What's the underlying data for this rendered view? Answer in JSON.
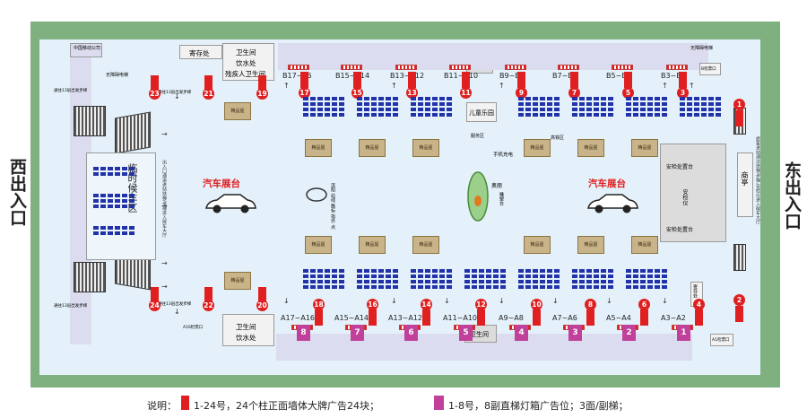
{
  "colors": {
    "outer_border": "#7fb07f",
    "hall": "#e4f1fa",
    "pillar_ad": "#e02020",
    "lightbox_ad": "#c0409a",
    "seating": "#2233aa",
    "exhibit_text": "#e02020"
  },
  "entrances": {
    "west": "西出入口",
    "east": "东出入口"
  },
  "facilities": {
    "china_mobile": "中国移动公司",
    "storage": "寄存处",
    "restroom_top": "卫生间",
    "water_top": "饮水处",
    "accessible_wc": "残疾人卫生间",
    "restroom_center_top": "卫生间",
    "kids_park": "儿童乐园",
    "service_center": "服务区",
    "phone_charge": "手机充电",
    "hightrain": "高铁区",
    "waiting_area": "临时候车区",
    "restroom_bottom": "卫生间",
    "water_bottom": "饮水处",
    "restroom_center_bottom": "卫生间",
    "security_top": "安检处置台",
    "security_bottom": "安检处置台",
    "security_left": "安检仪",
    "kiosk": "商亭",
    "storage_right": "寄存处",
    "a1_gate": "A1检票口",
    "b_gate": "B检票口",
    "a16_gate": "A16检票口",
    "disabled_elevator": "无障碍电梯",
    "disabled_elevator_right": "无障碍电梯",
    "east_note": "旅客进站通过扶梯/步梯,安检仪进入候车大厅",
    "west_note": "出入口通道进站扶梯/步梯进入候车大厅",
    "escalator_note_top": "通往13层出发步梯",
    "escalator_note_top2": "通往13层出发步梯",
    "escalator_note_bot": "通往13层出发步梯",
    "escalator_note_bot2": "通往13层出发步梯",
    "escalator_label": "通往步梯"
  },
  "exhibit": {
    "left": "汽车展台",
    "right": "汽车展台",
    "center": "奥丽",
    "center_sub": "雕塑台",
    "ring_label": "流阳\n站线\n路标\n指示\n点"
  },
  "shop_label": "精品屋",
  "top_gates": [
    "B17~16",
    "B15~B14",
    "B13~B12",
    "B11~B10",
    "B9~B8",
    "B7~B6",
    "B5~B4",
    "B3~B2"
  ],
  "bottom_gates": [
    "A17~A16",
    "A15~A14",
    "A13~A12",
    "A11~A10",
    "A9~A8",
    "A7~A6",
    "A5~A4",
    "A3~A2"
  ],
  "top_pillars": [
    "17",
    "15",
    "13",
    "11",
    "9",
    "7",
    "5",
    "3"
  ],
  "bottom_pillars": [
    "18",
    "16",
    "14",
    "12",
    "10",
    "8",
    "6",
    "4"
  ],
  "left_pillars": [
    "23",
    "21",
    "19",
    "24",
    "22",
    "20"
  ],
  "right_pillars": [
    "1",
    "2"
  ],
  "lightboxes": [
    "8",
    "7",
    "6",
    "5",
    "4",
    "3",
    "2",
    "1"
  ],
  "legend": {
    "prefix": "说明：",
    "pillar_text": "1-24号，24个柱正面墙体大牌广告24块；",
    "lightbox_text": "1-8号，8副直梯灯箱广告位；3面/副梯；"
  }
}
